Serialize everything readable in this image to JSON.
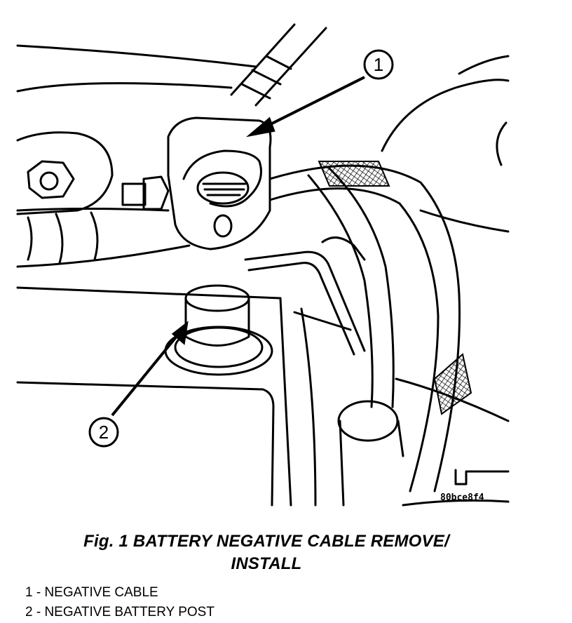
{
  "figure": {
    "ref_code": "80bce8f4",
    "callouts": [
      {
        "number": "1"
      },
      {
        "number": "2"
      }
    ]
  },
  "caption": {
    "line1": "Fig. 1 BATTERY NEGATIVE CABLE REMOVE/",
    "line2": "INSTALL"
  },
  "legend": {
    "items": [
      {
        "text": "1 - NEGATIVE CABLE"
      },
      {
        "text": "2 - NEGATIVE BATTERY POST"
      }
    ]
  },
  "colors": {
    "ink": "#000000",
    "paper": "#ffffff"
  }
}
